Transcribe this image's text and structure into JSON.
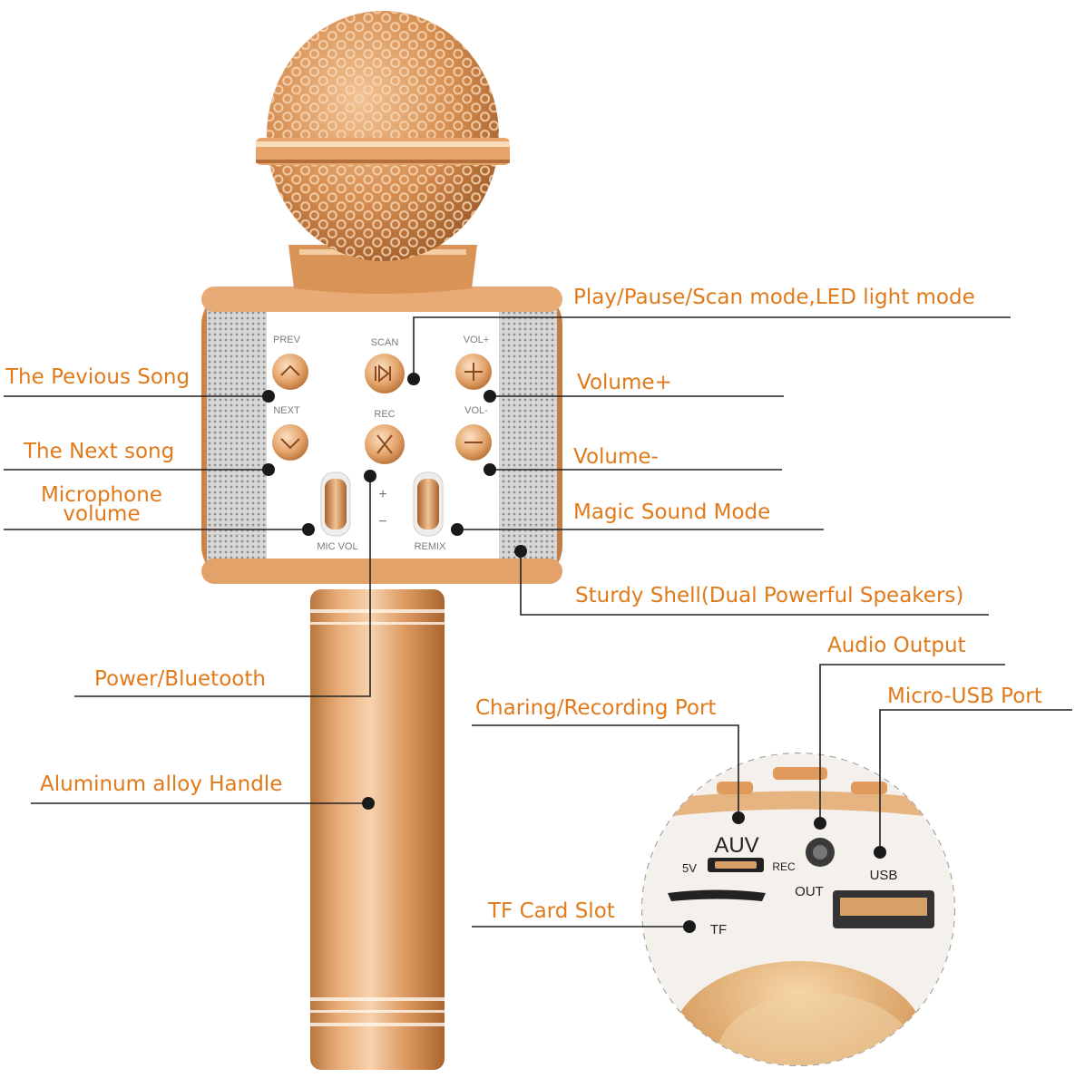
{
  "labels": {
    "play_pause": "Play/Pause/Scan mode,LED light mode",
    "previous_song": "The Pevious Song",
    "volume_plus": "Volume+",
    "next_song": "The Next song",
    "volume_minus": "Volume-",
    "mic_volume_line1": "Microphone",
    "mic_volume_line2": "volume",
    "magic_sound": "Magic Sound Mode",
    "sturdy_shell": "Sturdy Shell(Dual Powerful Speakers)",
    "audio_output": "Audio Output",
    "power_bluetooth": "Power/Bluetooth",
    "micro_usb": "Micro-USB Port",
    "charging_port": "Charing/Recording Port",
    "handle": "Aluminum alloy Handle",
    "tf_slot": "TF Card Slot"
  },
  "device_text": {
    "prev": "PREV",
    "scan": "SCAN",
    "vol_plus": "VOL+",
    "next": "NEXT",
    "rec": "REC",
    "vol_minus": "VOL-",
    "plus_sign": "+",
    "minus_sign": "−",
    "mic_vol": "MIC VOL",
    "remix": "REMIX"
  },
  "bottom_panel": {
    "auv": "AUV",
    "five_v": "5V",
    "rec": "REC",
    "out": "OUT",
    "usb": "USB",
    "tf": "TF"
  },
  "colors": {
    "label_orange": "#e07a1a",
    "rose_gold": "#e3a36c",
    "rose_gold_dark": "#b8733c",
    "line_dark": "#222222"
  }
}
